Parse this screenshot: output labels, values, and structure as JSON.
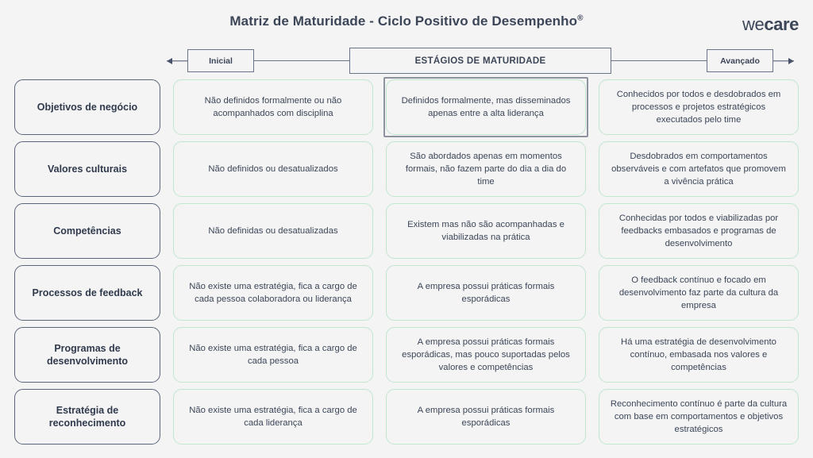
{
  "header": {
    "title": "Matriz de Maturidade - Ciclo Positivo de Desempenho",
    "title_registered_mark": "®",
    "logo_part1": "we",
    "logo_part2": "care"
  },
  "stage_bar": {
    "start_label": "Inicial",
    "middle_label": "ESTÁGIOS DE  MATURIDADE",
    "end_label": "Avançado"
  },
  "colors": {
    "background": "#f4f4f4",
    "text_dark": "#3c4658",
    "label_border": "#5c6579",
    "cell_border_green": "#bfe6cf",
    "selection_border": "#8e949e",
    "connector": "#6a7389"
  },
  "matrix": {
    "rows": [
      {
        "label": "Objetivos de negócio",
        "cells": [
          {
            "text": "Não definidos formalmente ou não acompanhados com disciplina",
            "selected": false
          },
          {
            "text": "Definidos formalmente, mas disseminados apenas entre a alta liderança",
            "selected": true
          },
          {
            "text": "Conhecidos por todos e desdobrados em processos e projetos estratégicos executados pelo time",
            "selected": false
          }
        ]
      },
      {
        "label": "Valores culturais",
        "cells": [
          {
            "text": "Não definidos ou desatualizados",
            "selected": false
          },
          {
            "text": "São abordados apenas em momentos formais, não fazem parte do dia a dia do time",
            "selected": false
          },
          {
            "text": "Desdobrados em comportamentos observáveis e com artefatos que promovem a vivência prática",
            "selected": false
          }
        ]
      },
      {
        "label": "Competências",
        "cells": [
          {
            "text": "Não definidas ou desatualizadas",
            "selected": false
          },
          {
            "text": "Existem mas não são acompanhadas e viabilizadas na prática",
            "selected": false
          },
          {
            "text": "Conhecidas por todos e viabilizadas por feedbacks embasados e programas de desenvolvimento",
            "selected": false
          }
        ]
      },
      {
        "label": "Processos de feedback",
        "cells": [
          {
            "text": "Não existe uma estratégia, fica a cargo de cada pessoa colaboradora ou liderança",
            "selected": false
          },
          {
            "text": "A empresa possui práticas formais esporádicas",
            "selected": false
          },
          {
            "text": "O feedback contínuo e focado em desenvolvimento faz parte da cultura da empresa",
            "selected": false
          }
        ]
      },
      {
        "label": "Programas de desenvolvimento",
        "cells": [
          {
            "text": "Não existe uma estratégia, fica a cargo de cada pessoa",
            "selected": false
          },
          {
            "text": "A empresa possui práticas formais esporádicas, mas pouco suportadas pelos valores e competências",
            "selected": false
          },
          {
            "text": "Há uma estratégia de desenvolvimento contínuo, embasada nos valores e competências",
            "selected": false
          }
        ]
      },
      {
        "label": "Estratégia de reconhecimento",
        "cells": [
          {
            "text": "Não existe uma estratégia, fica a cargo de cada liderança",
            "selected": false
          },
          {
            "text": "A empresa possui práticas formais esporádicas",
            "selected": false
          },
          {
            "text": "Reconhecimento contínuo é parte da cultura com base em comportamentos e objetivos estratégicos",
            "selected": false
          }
        ]
      }
    ]
  }
}
